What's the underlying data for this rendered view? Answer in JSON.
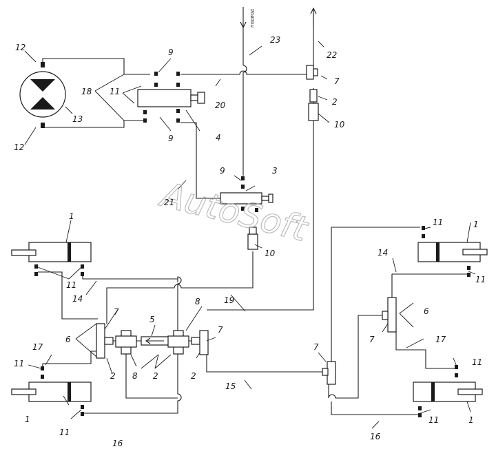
{
  "callouts": {
    "n1": "1",
    "n2": "2",
    "n3": "3",
    "n4": "4",
    "n5": "5",
    "n6": "6",
    "n7": "7",
    "n8": "8",
    "n9": "9",
    "n10": "10",
    "n11": "11",
    "n12": "12",
    "n13": "13",
    "n14": "14",
    "n15": "15",
    "n16": "16",
    "n17": "17",
    "n18": "18",
    "n19": "19",
    "n20": "20",
    "n21": "21",
    "n22": "22",
    "n23": "23"
  },
  "inlet_label": "подвод",
  "watermark": "AutoSoft",
  "colors": {
    "line": "#1a1a1a",
    "watermark": "#b0b0b0",
    "background": "#ffffff"
  }
}
